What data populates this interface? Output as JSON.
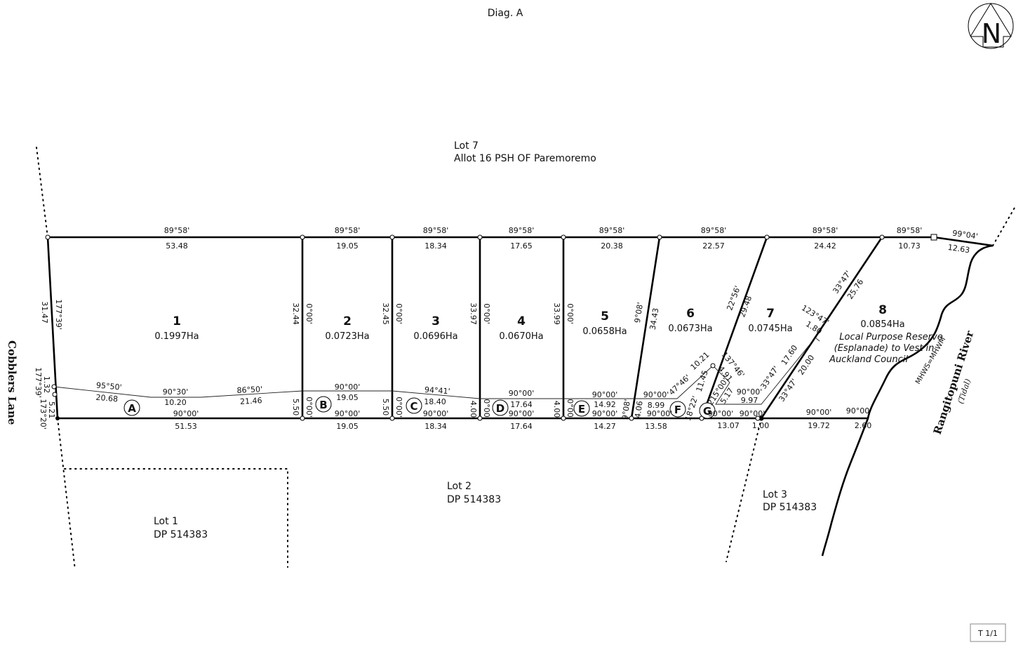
{
  "title": "Diag. A",
  "north_arrow": "N",
  "sheet_label": "T 1/1",
  "road": "Cobblers Lane",
  "river": {
    "name": "Rangitopuni River",
    "note": "(Tidal)",
    "mhws": "MHWS=MHWM"
  },
  "neighbours": {
    "lot7": [
      "Lot 7",
      "Allot 16 PSH OF Paremoremo"
    ],
    "lot2": [
      "Lot 2",
      "DP 514383"
    ],
    "lot1": [
      "Lot 1",
      "DP 514383"
    ],
    "lot3": [
      "Lot 3",
      "DP 514383"
    ]
  },
  "lots": [
    {
      "number": "1",
      "area": "0.1997Ha"
    },
    {
      "number": "2",
      "area": "0.0723Ha"
    },
    {
      "number": "3",
      "area": "0.0696Ha"
    },
    {
      "number": "4",
      "area": "0.0670Ha"
    },
    {
      "number": "5",
      "area": "0.0658Ha"
    },
    {
      "number": "6",
      "area": "0.0673Ha"
    },
    {
      "number": "7",
      "area": "0.0745Ha"
    },
    {
      "number": "8",
      "area": "0.0854Ha",
      "purpose": [
        "Local Purpose Reserve",
        "(Esplanade) to Vest in",
        "Auckland Council"
      ]
    }
  ],
  "easements": [
    "A",
    "B",
    "C",
    "D",
    "E",
    "F",
    "G"
  ],
  "top_bearings": [
    "89°58'",
    "89°58'",
    "89°58'",
    "89°58'",
    "89°58'",
    "89°58'",
    "89°58'",
    "89°58'",
    "99°04'"
  ],
  "top_distances": [
    "53.48",
    "19.05",
    "18.34",
    "17.65",
    "20.38",
    "22.57",
    "24.42",
    "10.73",
    "12.63"
  ],
  "side_labels": {
    "left_dist": "31.47",
    "left_bearing": "177°39'",
    "l1_dist": "1.32",
    "l1_bearing": "177°39'",
    "l2_dist": "5.21",
    "l2_bearing": "173°20'",
    "v": [
      [
        "32.44",
        "0°00'"
      ],
      [
        "32.45",
        "0°00'"
      ],
      [
        "33.97",
        "0°00'"
      ],
      [
        "33.99",
        "0°00'"
      ]
    ],
    "d56": [
      "9°08'",
      "34.43"
    ],
    "d67": [
      "22°56'",
      "29.48"
    ],
    "d78": [
      "33°47'",
      "25.76"
    ],
    "d78_lower": [
      "33°47'",
      "20.00"
    ],
    "g_line": [
      "33°47'",
      "17.60"
    ],
    "g_offset": [
      "123°47'",
      "1.80"
    ]
  },
  "easement_labels": {
    "a": [
      "95°50'",
      "20.68",
      "90°30'",
      "10.20",
      "86°50'",
      "21.46"
    ],
    "b": [
      "90°00'",
      "19.05"
    ],
    "c": [
      "94°41'",
      "18.40"
    ],
    "d": [
      "90°00'",
      "17.64"
    ],
    "e": [
      "90°00'",
      "14.92"
    ],
    "f": [
      "90°00'",
      "8.99"
    ],
    "g": [
      "90°00'",
      "9.97"
    ],
    "verticals": [
      "5.50",
      "0°00'",
      "5.50",
      "0°00'",
      "4.00",
      "0°00'",
      "4.00",
      "0°00'",
      "9°08'",
      "4.06"
    ],
    "fg": [
      "47°46'",
      "10.21",
      "18°22'",
      "11.45",
      "137°46'",
      "4.91",
      "215°00'",
      "5.17"
    ]
  },
  "bottom_bearings": [
    "90°00'",
    "90°00'",
    "90°00'",
    "90°00'",
    "90°00'",
    "90°00'",
    "90°00'",
    "90°00'",
    "90°00'",
    "90°00'"
  ],
  "bottom_distances": [
    "51.53",
    "19.05",
    "18.34",
    "17.64",
    "14.27",
    "13.58",
    "13.07",
    "1.00",
    "19.72",
    "2.60"
  ]
}
